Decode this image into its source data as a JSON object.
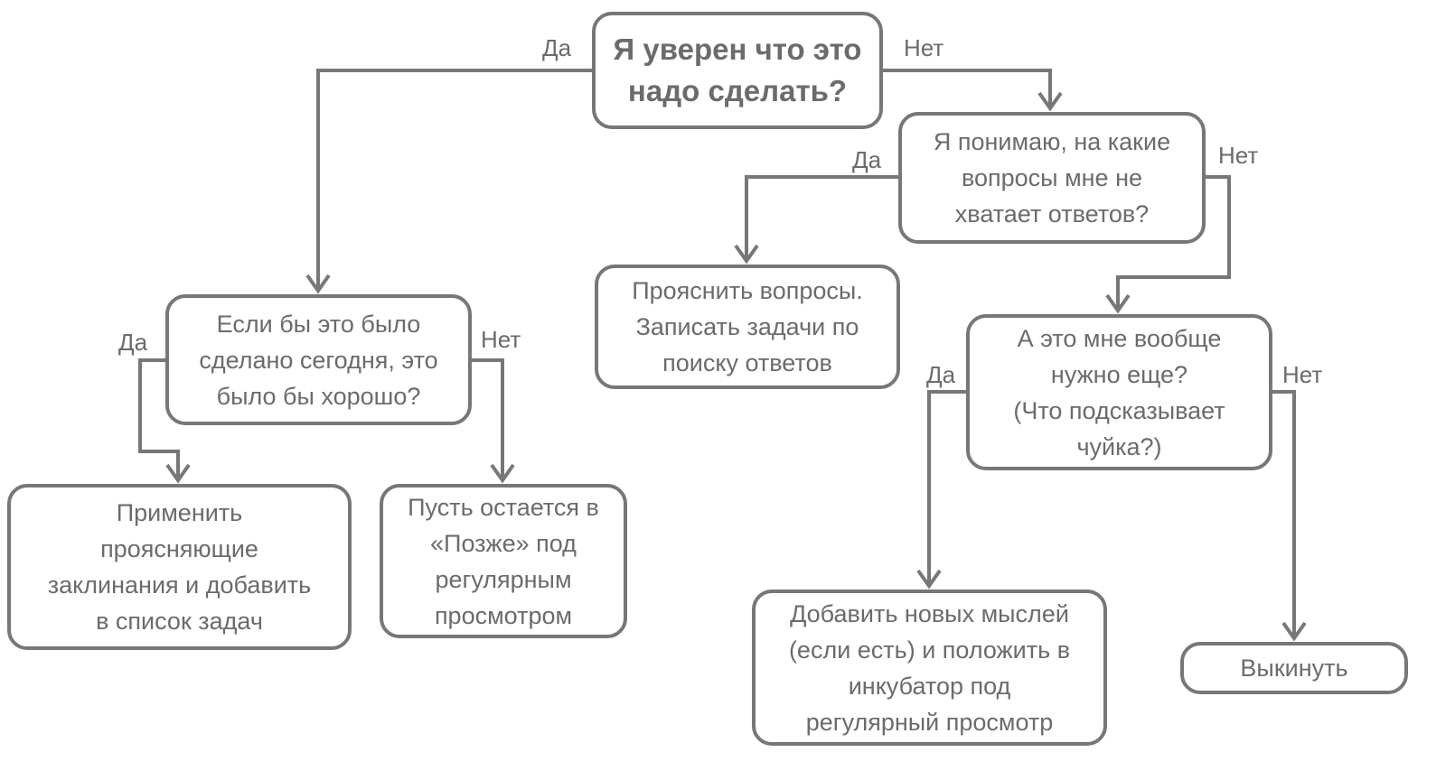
{
  "nodes": {
    "root": "Я уверен что это\nнадо сделать?",
    "understand_questions": "Я понимаю, на какие\nвопросы мне не\nхватает ответов?",
    "clarify_questions": "Прояснить вопросы.\nЗаписать задачи по\nпоиску ответов",
    "done_today": "Если бы это было\nсделано сегодня, это\nбыло бы хорошо?",
    "apply_spells": "Применить\nпроясняющие\nзаклинания и добавить\nв список задач",
    "leave_later": "Пусть остается в\n«Позже» под\nрегулярным\nпросмотром",
    "need_still": "А это мне вообще\nнужно еще?\n(Что подсказывает\nчуйка?)",
    "add_thoughts": "Добавить новых мыслей\n(если есть) и положить в\nинкубатор под\nрегулярный просмотр",
    "throw_away": "Выкинуть"
  },
  "labels": {
    "yes": "Да",
    "no": "Нет"
  },
  "colors": {
    "stroke": "#777777",
    "text": "#6b6b6b",
    "background": "#ffffff"
  }
}
